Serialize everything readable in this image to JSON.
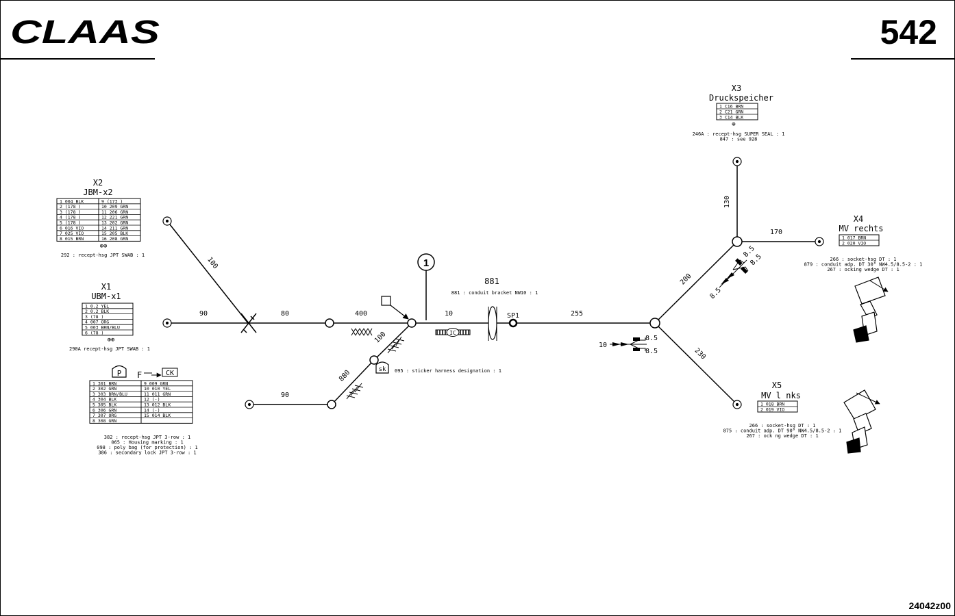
{
  "header": {
    "brand": "CLAAS",
    "page_number": "542"
  },
  "footer": {
    "drawing_id": "24042z00"
  },
  "connectors": {
    "x2": {
      "id": "X2",
      "name": "JBM-x2",
      "rows": [
        [
          "1 004 BLK",
          "9 (173 )"
        ],
        [
          "2 (178 )",
          "10 209 GRN"
        ],
        [
          "3 (178 )",
          "11 206 GRN"
        ],
        [
          "4 (178 )",
          "12 221 GRN"
        ],
        [
          "5 (178 )",
          "13 202 GRN"
        ],
        [
          "6 016 VIO",
          "14 211 GRN"
        ],
        [
          "7 025 VIO",
          "15 205 BLK"
        ],
        [
          "8 015 BRN",
          "16 208 GRN"
        ]
      ],
      "note": "292 : recept-hsg JPT SWAB : 1"
    },
    "x1": {
      "id": "X1",
      "name": "UBM-x1",
      "rows": [
        "1 0.2 YEL",
        "2 0.2 BLK",
        "3 (78 )",
        "4 007 ORG",
        "5 003 BRN/BLU",
        "6 (78 )"
      ],
      "note": "290A recept-hsg JPT SWAB : 1"
    },
    "x3": {
      "id": "X3",
      "name": "Druckspeicher",
      "rows": [
        "1 C16 BRN",
        "2 C21 GRN",
        "3 C14 BLK"
      ],
      "notes": [
        "246A : recept-hsg SUPER SEAL : 1",
        "847 : see 928"
      ]
    },
    "x4": {
      "id": "X4",
      "name": "MV rechts",
      "rows": [
        "1 017 BRN",
        "2 020 VIO"
      ],
      "notes": [
        "266 : socket-hsg DT : 1",
        "879 : conduit adp. DT 30° NW4.5/8.5-2 : 1",
        "267 : ocking wedge DT : 1"
      ]
    },
    "x5": {
      "id": "X5",
      "name": "MV l nks",
      "rows": [
        "1 018 BRN",
        "2 019 VIO"
      ],
      "notes": [
        "266 : socket-hsg DT : 1",
        "875 : conduit adp. DT 90° NW4.5/8.5-2 : 1",
        "267 : ock ng wedge DT : 1"
      ]
    },
    "p": {
      "letter": "P",
      "marking": "F",
      "tag": "CK",
      "rows": [
        [
          "1 301 BRN",
          "9 009 GRN"
        ],
        [
          "2 302 GRN",
          "10 010 YEL"
        ],
        [
          "3 303 BRN/BLU",
          "11 011 GRN"
        ],
        [
          "4 304 BLK",
          "12 (-)"
        ],
        [
          "5 305 BLK",
          "13 012 BLK"
        ],
        [
          "6 306 GRN",
          "14 (-)"
        ],
        [
          "7 307 ORG",
          "15 014 BLK"
        ],
        [
          "8 308 GRN",
          ""
        ]
      ],
      "notes": [
        "382 : recept-hsg JPT 3-row : 1",
        "065 : Housing marking : 1",
        "098 : poly bag (for protection) : 1",
        "386 : secondary lock JPT 3-row : 1"
      ]
    }
  },
  "harness": {
    "segments": {
      "s100_upper": "100",
      "s90_x1": "90",
      "s80": "80",
      "s400": "400",
      "s100_lower": "100",
      "s880": "880",
      "s90_lower": "90",
      "s10": "10",
      "s255": "255",
      "s200": "200",
      "s230": "230",
      "s130": "130",
      "s170": "170"
    },
    "callout": "1",
    "bracket": {
      "code": "881",
      "note": "881 : conduit bracket NW10 : 1"
    },
    "splice": "SP1",
    "sticker": {
      "tag": "sk",
      "note": "095 : sticker harness designation : 1"
    },
    "diode": "10",
    "diode_tag": "IC",
    "branch_dims": {
      "a": "8.5",
      "b": "8.5",
      "c": "8.5",
      "d": "8.5",
      "e": "8.5"
    }
  }
}
